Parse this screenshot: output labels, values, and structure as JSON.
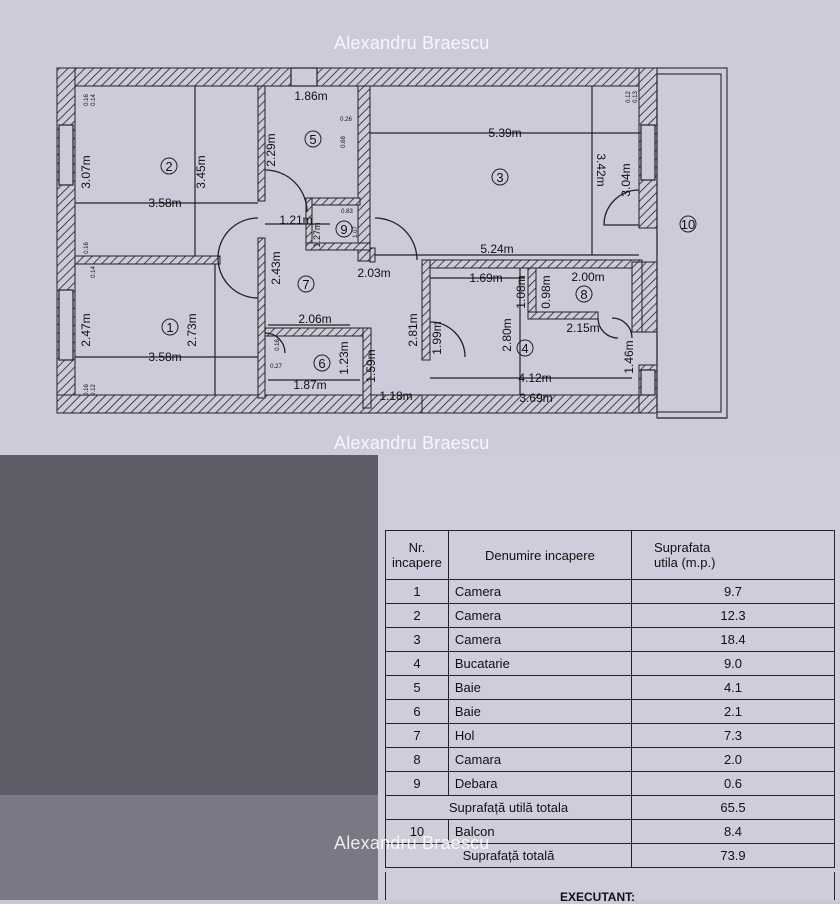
{
  "watermark": "Alexandru Braescu",
  "plan": {
    "room_numbers": [
      "1",
      "2",
      "3",
      "4",
      "5",
      "6",
      "7",
      "8",
      "9",
      "10"
    ],
    "dimensions": {
      "r2_width": "3.58m",
      "r2_height_in": "3.45m",
      "r2_height_out": "3.07m",
      "r1_width": "3.58m",
      "r1_height_in": "2.73m",
      "r1_height_out": "2.47m",
      "r5_width": "1.86m",
      "r5_height": "2.29m",
      "r3_width_top": "5.39m",
      "r3_width_bottom": "5.24m",
      "r3_height_in": "3.42m",
      "r3_height_out": "3.04m",
      "r9_width": "1.21m",
      "r9_height": "1.27m",
      "r7_height": "2.43m",
      "r7_width": "2.06m",
      "hall_2_03": "2.03m",
      "r6_width": "1.87m",
      "r6_height": "1.23m",
      "r6_1_59": "1.59m",
      "r6_1_18": "1.18m",
      "hall_2_81": "2.81m",
      "hall_1_99": "1.99m",
      "r4_1_69": "1.69m",
      "r4_height": "2.80m",
      "r4_width": "4.12m",
      "r4_width_bottom": "3.69m",
      "r4_1_46": "1.46m",
      "r8_width": "2.00m",
      "r8_1_08": "1.08m",
      "r8_0_98": "0.98m",
      "r8_2_15": "2.15m"
    },
    "small_marks": [
      "0.16",
      "0.14",
      "0.26",
      "0.68",
      "0.16",
      "0.14",
      "0.16",
      "0.12",
      "0.83",
      "1.07",
      "0.27",
      "0.12",
      "0.13",
      "0.16"
    ]
  },
  "table": {
    "headers": [
      "Nr.\nincapere",
      "Denumire incapere",
      "Suprafata\nutila (m.p.)"
    ],
    "rows": [
      {
        "nr": "1",
        "name": "Camera",
        "area": "9.7"
      },
      {
        "nr": "2",
        "name": "Camera",
        "area": "12.3"
      },
      {
        "nr": "3",
        "name": "Camera",
        "area": "18.4"
      },
      {
        "nr": "4",
        "name": "Bucatarie",
        "area": "9.0"
      },
      {
        "nr": "5",
        "name": "Baie",
        "area": "4.1"
      },
      {
        "nr": "6",
        "name": "Baie",
        "area": "2.1"
      },
      {
        "nr": "7",
        "name": "Hol",
        "area": "7.3"
      },
      {
        "nr": "8",
        "name": "Camara",
        "area": "2.0"
      },
      {
        "nr": "9",
        "name": "Debara",
        "area": "0.6"
      }
    ],
    "useful_total_label": "Suprafață utilă totala",
    "useful_total_value": "65.5",
    "balcony": {
      "nr": "10",
      "name": "Balcon",
      "area": "8.4"
    },
    "total_label": "Suprafață totală",
    "total_value": "73.9",
    "executant": "EXECUTANT:"
  }
}
